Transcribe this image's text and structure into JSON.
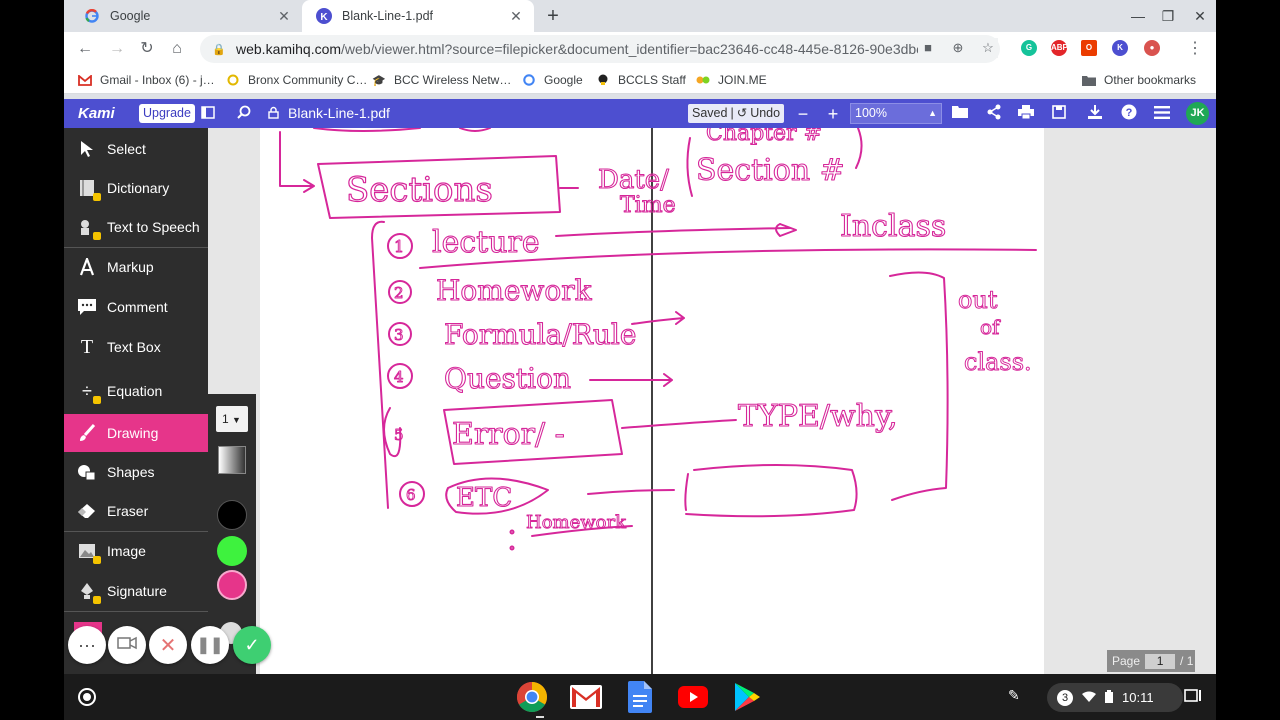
{
  "browser": {
    "tabs": [
      {
        "title": "Google",
        "icon": "google-icon"
      },
      {
        "title": "Blank-Line-1.pdf",
        "icon": "kami-icon",
        "active": true
      }
    ],
    "url_host": "web.kamihq.com",
    "url_path": "/web/viewer.html?source=filepicker&document_identifier=bac23646-cc48-445e-8126-90e3dbe…",
    "bookmarks": [
      {
        "label": "Gmail - Inbox (6) - j…",
        "icon": "gmail-icon"
      },
      {
        "label": "Bronx Community C…",
        "icon": "circle-icon"
      },
      {
        "label": "BCC Wireless Netw…",
        "icon": "hat-icon"
      },
      {
        "label": "Google",
        "icon": "google-icon"
      },
      {
        "label": "BCCLS Staff",
        "icon": "bulb-icon"
      },
      {
        "label": "JOIN.ME",
        "icon": "joinme-icon"
      }
    ],
    "other_bookmarks": "Other bookmarks"
  },
  "kami": {
    "logo": "Kami",
    "upgrade": "Upgrade",
    "doc_title": "Blank-Line-1.pdf",
    "saved": "Saved",
    "undo": "Undo",
    "zoom": "100%",
    "avatar": "JK",
    "brand_color": "#4d4fd0",
    "tools": [
      {
        "label": "Select",
        "icon": "cursor-icon"
      },
      {
        "label": "Dictionary",
        "icon": "book-icon",
        "locked": true
      },
      {
        "label": "Text to Speech",
        "icon": "speaker-icon",
        "locked": true
      },
      {
        "label": "Markup",
        "icon": "markup-icon"
      },
      {
        "label": "Comment",
        "icon": "comment-icon"
      },
      {
        "label": "Text Box",
        "icon": "text-icon"
      },
      {
        "label": "Equation",
        "icon": "divide-icon",
        "locked": true
      },
      {
        "label": "Drawing",
        "icon": "brush-icon",
        "active": true
      },
      {
        "label": "Shapes",
        "icon": "shapes-icon"
      },
      {
        "label": "Eraser",
        "icon": "eraser-icon"
      },
      {
        "label": "Image",
        "icon": "image-icon",
        "locked": true
      },
      {
        "label": "Signature",
        "icon": "pen-nib-icon",
        "locked": true
      }
    ],
    "drawing": {
      "stroke_size": "1",
      "colors": [
        "#000000",
        "#3ef23e",
        "#e6358a"
      ]
    },
    "page": {
      "label": "Page",
      "current": "1",
      "total": "/ 1"
    }
  },
  "shelf": {
    "apps": [
      "chrome-icon",
      "gmail-icon",
      "docs-icon",
      "youtube-icon",
      "play-store-icon"
    ],
    "notifications": "3",
    "time": "10:11"
  }
}
